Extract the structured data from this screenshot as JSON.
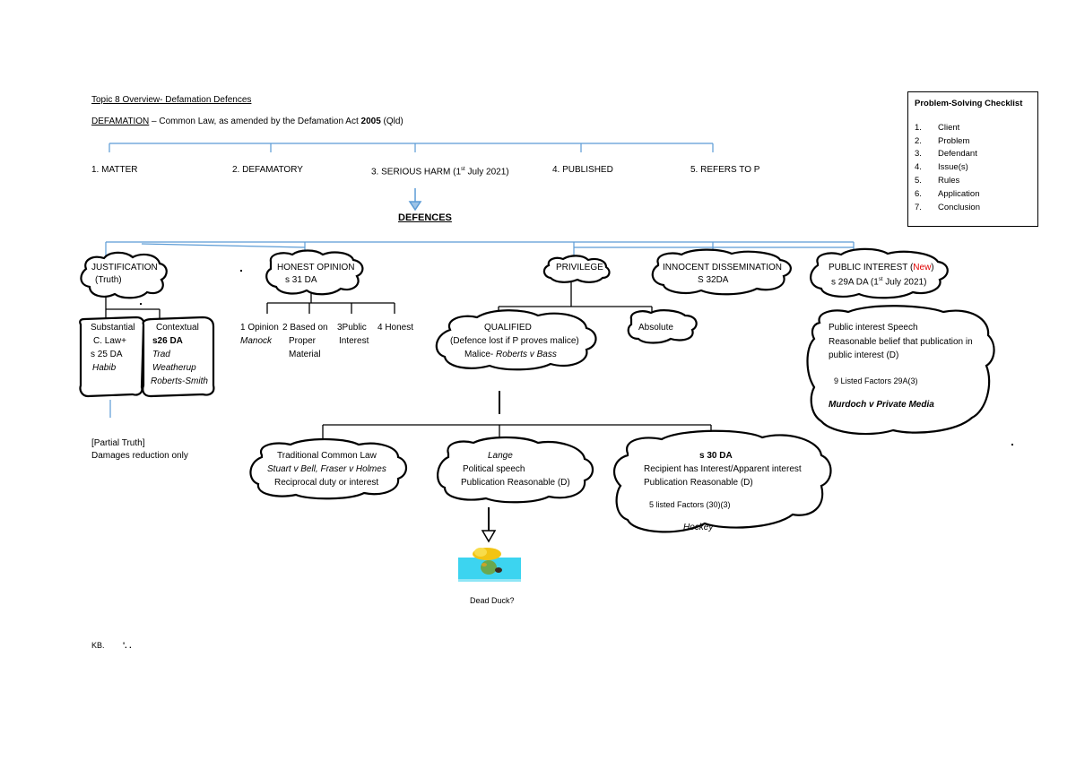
{
  "header": {
    "topic": "Topic 8 Overview- Defamation Defences",
    "defamation_word": "DEFAMATION",
    "defamation_rest": " – Common Law, as amended by the Defamation Act ",
    "act_year": "2005",
    "act_state": " (Qld)"
  },
  "elements": {
    "matter": "1.      MATTER",
    "defamatory": "2. DEFAMATORY",
    "serious_harm_a": "3. SERIOUS HARM (1",
    "serious_harm_sup": "st",
    "serious_harm_b": " July 2021)",
    "published": "4. PUBLISHED",
    "refers": "5. REFERS TO P"
  },
  "defences_title": "DEFENCES",
  "justification": {
    "title": "JUSTIFICATION",
    "sub": "(Truth)"
  },
  "substantial": {
    "l1": "Substantial",
    "l2": "C. Law+",
    "l3": "s 25 DA",
    "l4": "Habib"
  },
  "contextual": {
    "l1": "Contextual",
    "l2": "s26 DA",
    "l3": "Trad",
    "l4": "Weatherup",
    "l5": "Roberts-Smith"
  },
  "partial_truth": {
    "l1": "[Partial Truth]",
    "l2": "Damages reduction only"
  },
  "honest_opinion": {
    "title": "HONEST OPINION",
    "sub": "s 31 DA"
  },
  "honest_items": {
    "i1a": "1 Opinion",
    "i1b": "Manock",
    "i2a": "2 Based on",
    "i2b": "Proper",
    "i2c": "Material",
    "i3a": "3Public",
    "i3b": "Interest",
    "i4a": "4 Honest"
  },
  "privilege": {
    "title": "PRIVILEGE"
  },
  "qualified": {
    "title": "QUALIFIED",
    "l2": "(Defence lost if P proves malice)",
    "l3a": "Malice- ",
    "l3b": "Roberts v Bass"
  },
  "absolute": {
    "title": "Absolute"
  },
  "traditional": {
    "title": "Traditional Common Law",
    "l2": "Stuart v Bell, Fraser v Holmes",
    "l3": "Reciprocal duty or interest"
  },
  "lange": {
    "title": "Lange",
    "l2": "Political speech",
    "l3": "Publication Reasonable (D)"
  },
  "s30": {
    "title": "s 30 DA",
    "l2": "Recipient has Interest/Apparent interest",
    "l3": "Publication Reasonable (D)",
    "l4": "5 listed Factors (30)(3)",
    "l5": "Hockey"
  },
  "dead_duck": "Dead Duck?",
  "innocent": {
    "title": "INNOCENT DISSEMINATION",
    "sub": "S 32DA"
  },
  "public_interest": {
    "title_a": "PUBLIC INTEREST (",
    "title_new": "New",
    "title_b": ")",
    "sub_a": "s 29A DA  (1",
    "sub_sup": "st",
    "sub_b": " July 2021)",
    "l1": "Public interest Speech",
    "l2": "Reasonable belief that publication in",
    "l3": "public interest (D)",
    "l4": "9 Listed Factors 29A(3)",
    "l5": "Murdoch v Private Media"
  },
  "footer": {
    "initials": "KB.",
    "marks": "'.  ."
  },
  "checklist": {
    "title": "Problem-Solving Checklist",
    "items": [
      {
        "n": "1.",
        "label": "Client"
      },
      {
        "n": "2.",
        "label": "Problem"
      },
      {
        "n": "3.",
        "label": "Defendant"
      },
      {
        "n": "4.",
        "label": "Issue(s)"
      },
      {
        "n": "5.",
        "label": "Rules"
      },
      {
        "n": "6.",
        "label": "Application"
      },
      {
        "n": "7.",
        "label": "Conclusion"
      }
    ]
  },
  "colors": {
    "connector_blue": "#5b9bd5",
    "cloud_stroke": "#000000",
    "new_red": "#e00000",
    "water": "#3cd4f0",
    "duck": "#f2c414"
  }
}
